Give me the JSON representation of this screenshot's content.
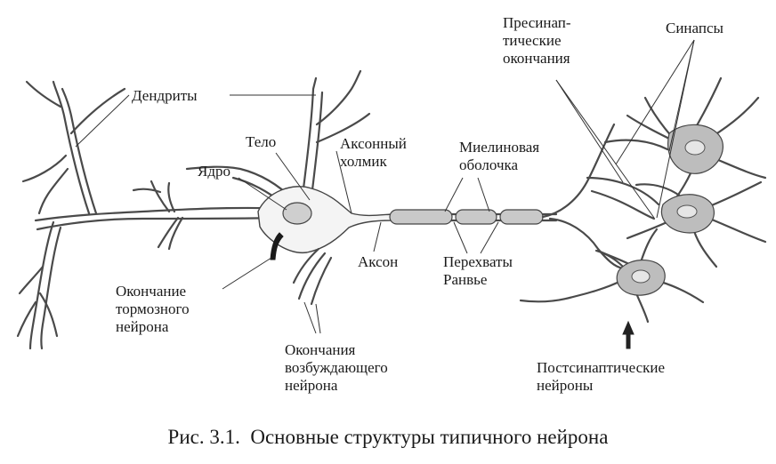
{
  "labels": {
    "dendrites": "Дендриты",
    "body": "Тело",
    "nucleus": "Ядро",
    "axon_hillock": "Аксонный\nхолмик",
    "myelin_sheath": "Миелиновая\nоболочка",
    "presynaptic_endings": "Пресинап-\nтические\nокончания",
    "synapses": "Синапсы",
    "axon": "Аксон",
    "nodes_of_ranvier": "Перехваты\nРанвье",
    "inhibitory_ending": "Окончание\nтормозного\nнейрона",
    "excitatory_endings": "Окончания\nвозбуждающего\nнейрона",
    "postsynaptic_neurons": "Постсинаптические\nнейроны"
  },
  "caption": "Рис. 3.1.  Основные структуры типичного нейрона"
}
